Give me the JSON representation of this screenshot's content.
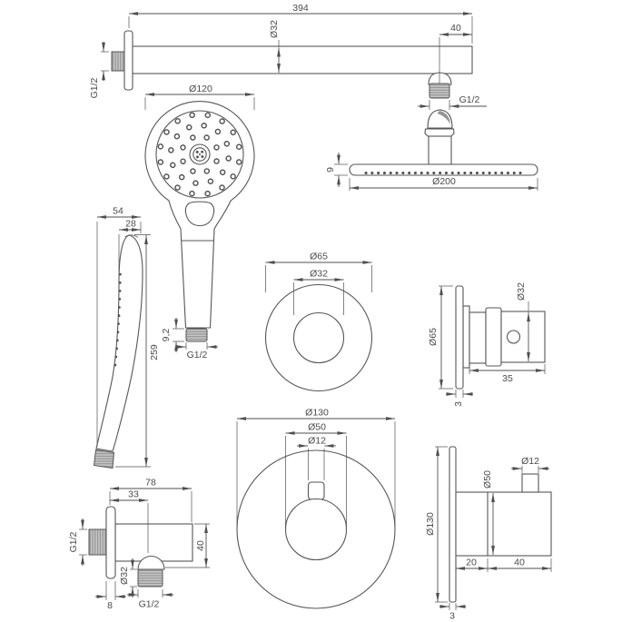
{
  "colors": {
    "line": "#4f4f4f",
    "thread_fill": "#c6c6c6",
    "background": "#ffffff"
  },
  "views": {
    "shower_arm": {
      "length": "394",
      "diameter": "Ø32",
      "end_offset": "40",
      "wall_thread": "G1/2",
      "outlet_thread": "G1/2"
    },
    "overhead_shower": {
      "height": "9",
      "diameter": "Ø200"
    },
    "hand_shower_front": {
      "diameter": "Ø120",
      "thread_length": "9,2",
      "thread": "G1/2"
    },
    "hand_shower_side": {
      "depth": "54",
      "head_thickness": "28",
      "length": "259"
    },
    "escutcheon": {
      "outer_diameter": "Ø65",
      "inner_diameter": "Ø32"
    },
    "valve_side": {
      "plate_diameter": "Ø65",
      "body_diameter": "Ø32",
      "projection": "35",
      "plate_thickness": "3"
    },
    "thermostat_front": {
      "plate_diameter": "Ø130",
      "knob_diameter": "Ø50",
      "lever_diameter": "Ø12"
    },
    "thermostat_side": {
      "plate_diameter": "Ø130",
      "knob_diameter": "Ø50",
      "lever_diameter": "Ø12",
      "base_depth": "20",
      "knob_depth": "40",
      "plate_thickness": "3"
    },
    "wall_outlet": {
      "width": "78",
      "center_offset": "33",
      "wall_thread": "G1/2",
      "height": "40",
      "outlet_diameter": "Ø32",
      "flange_thickness": "8",
      "outlet_thread": "G1/2"
    }
  }
}
